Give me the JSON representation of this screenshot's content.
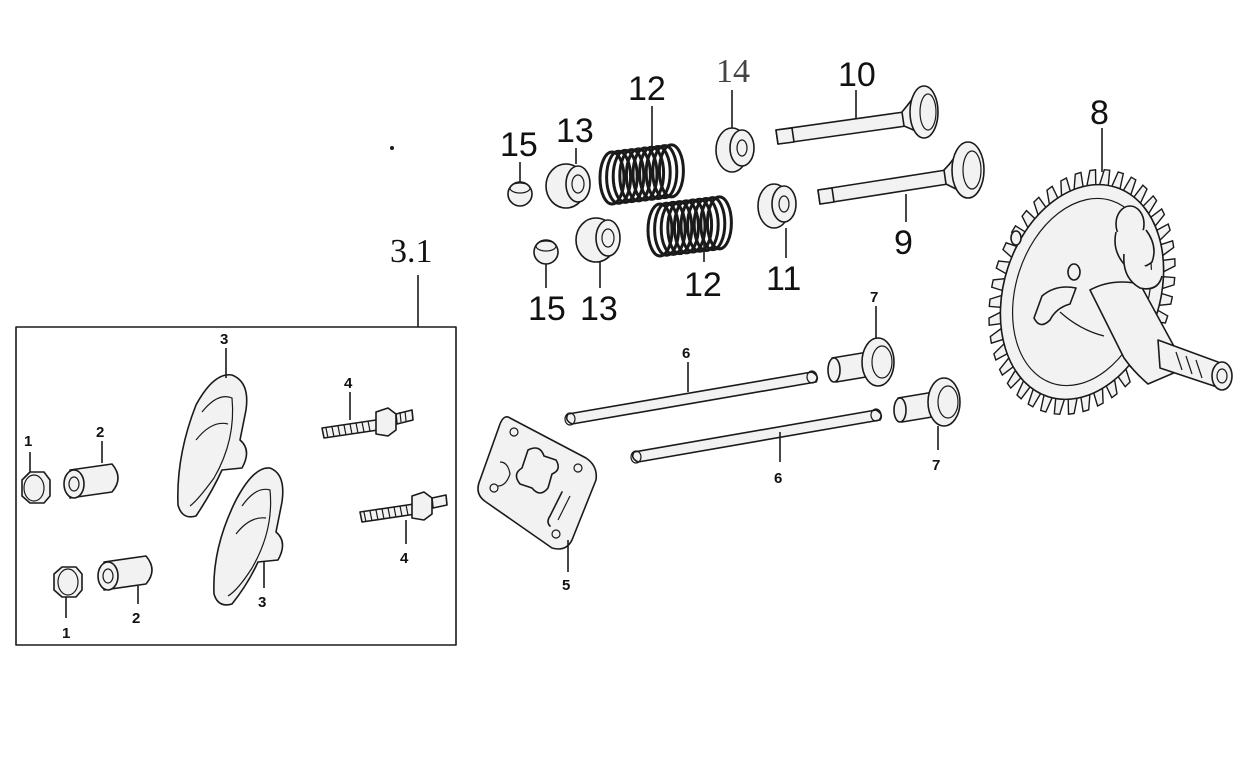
{
  "callouts": {
    "c_3_1": "3.1",
    "c_1a": "1",
    "c_1b": "1",
    "c_2a": "2",
    "c_2b": "2",
    "c_3a": "3",
    "c_3b": "3",
    "c_4a": "4",
    "c_4b": "4",
    "c_5": "5",
    "c_6a": "6",
    "c_6b": "6",
    "c_7a": "7",
    "c_7b": "7",
    "c_8": "8",
    "c_9": "9",
    "c_10": "10",
    "c_11": "11",
    "c_12a": "12",
    "c_12b": "12",
    "c_13a": "13",
    "c_13b": "13",
    "c_14": "14",
    "c_15a": "15",
    "c_15b": "15"
  }
}
